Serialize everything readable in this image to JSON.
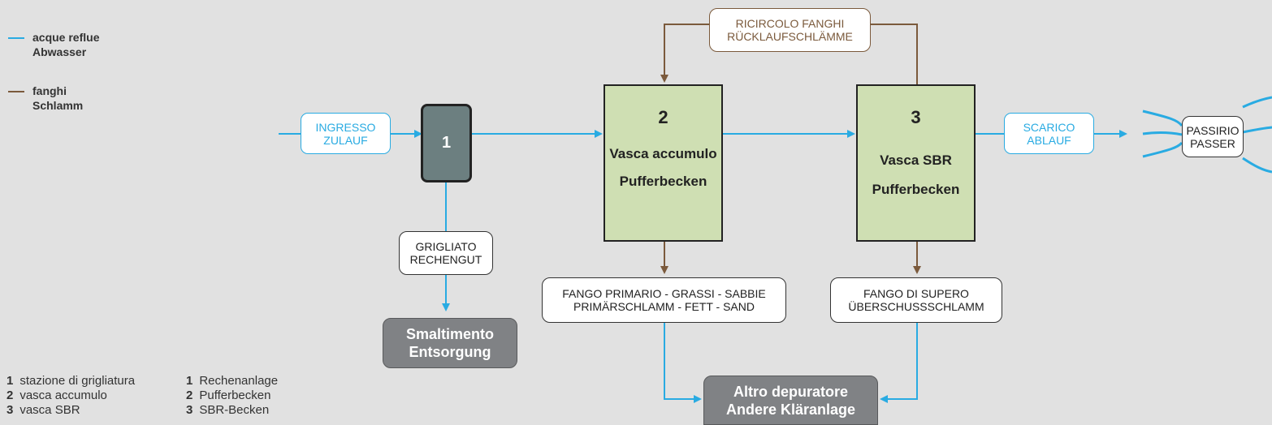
{
  "legend": {
    "wastewater": [
      "acque reflue",
      "Abwasser"
    ],
    "sludge": [
      "fanghi",
      "Schlamm"
    ]
  },
  "inlet": [
    "INGRESSO",
    "ZULAUF"
  ],
  "screen_num": "1",
  "screenings": [
    "GRIGLIATO",
    "RECHENGUT"
  ],
  "disposal": [
    "Smaltimento",
    "Entsorgung"
  ],
  "tank2": {
    "num": "2",
    "title1": "Vasca accumulo",
    "title2": "Pufferbecken"
  },
  "tank3": {
    "num": "3",
    "title1": "Vasca SBR",
    "title2": "Pufferbecken"
  },
  "recirc": [
    "RICIRCOLO FANGHI",
    "RÜCKLAUFSCHLÄMME"
  ],
  "primary_sludge": [
    "FANGO PRIMARIO - GRASSI - SABBIE",
    "PRIMÄRSCHLAMM - FETT - SAND"
  ],
  "excess_sludge": [
    "FANGO DI SUPERO",
    "ÜBERSCHUSSSCHLAMM"
  ],
  "other_plant": [
    "Altro depuratore",
    "Andere Kläranlage"
  ],
  "outlet": [
    "SCARICO",
    "ABLAUF"
  ],
  "river": [
    "PASSIRIO",
    "PASSER"
  ],
  "footnote": {
    "it": [
      {
        "num": "1",
        "text": "stazione di grigliatura"
      },
      {
        "num": "2",
        "text": "vasca accumulo"
      },
      {
        "num": "3",
        "text": "vasca SBR"
      }
    ],
    "de": [
      {
        "num": "1",
        "text": "Rechenanlage"
      },
      {
        "num": "2",
        "text": "Pufferbecken"
      },
      {
        "num": "3",
        "text": "SBR-Becken"
      }
    ]
  },
  "colors": {
    "wastewater": "#29abe2",
    "sludge": "#7b5a3c",
    "tank": "#cfdfb3",
    "screen": "#6c7f80",
    "grey_box": "#808285",
    "background": "#e1e1e1"
  }
}
